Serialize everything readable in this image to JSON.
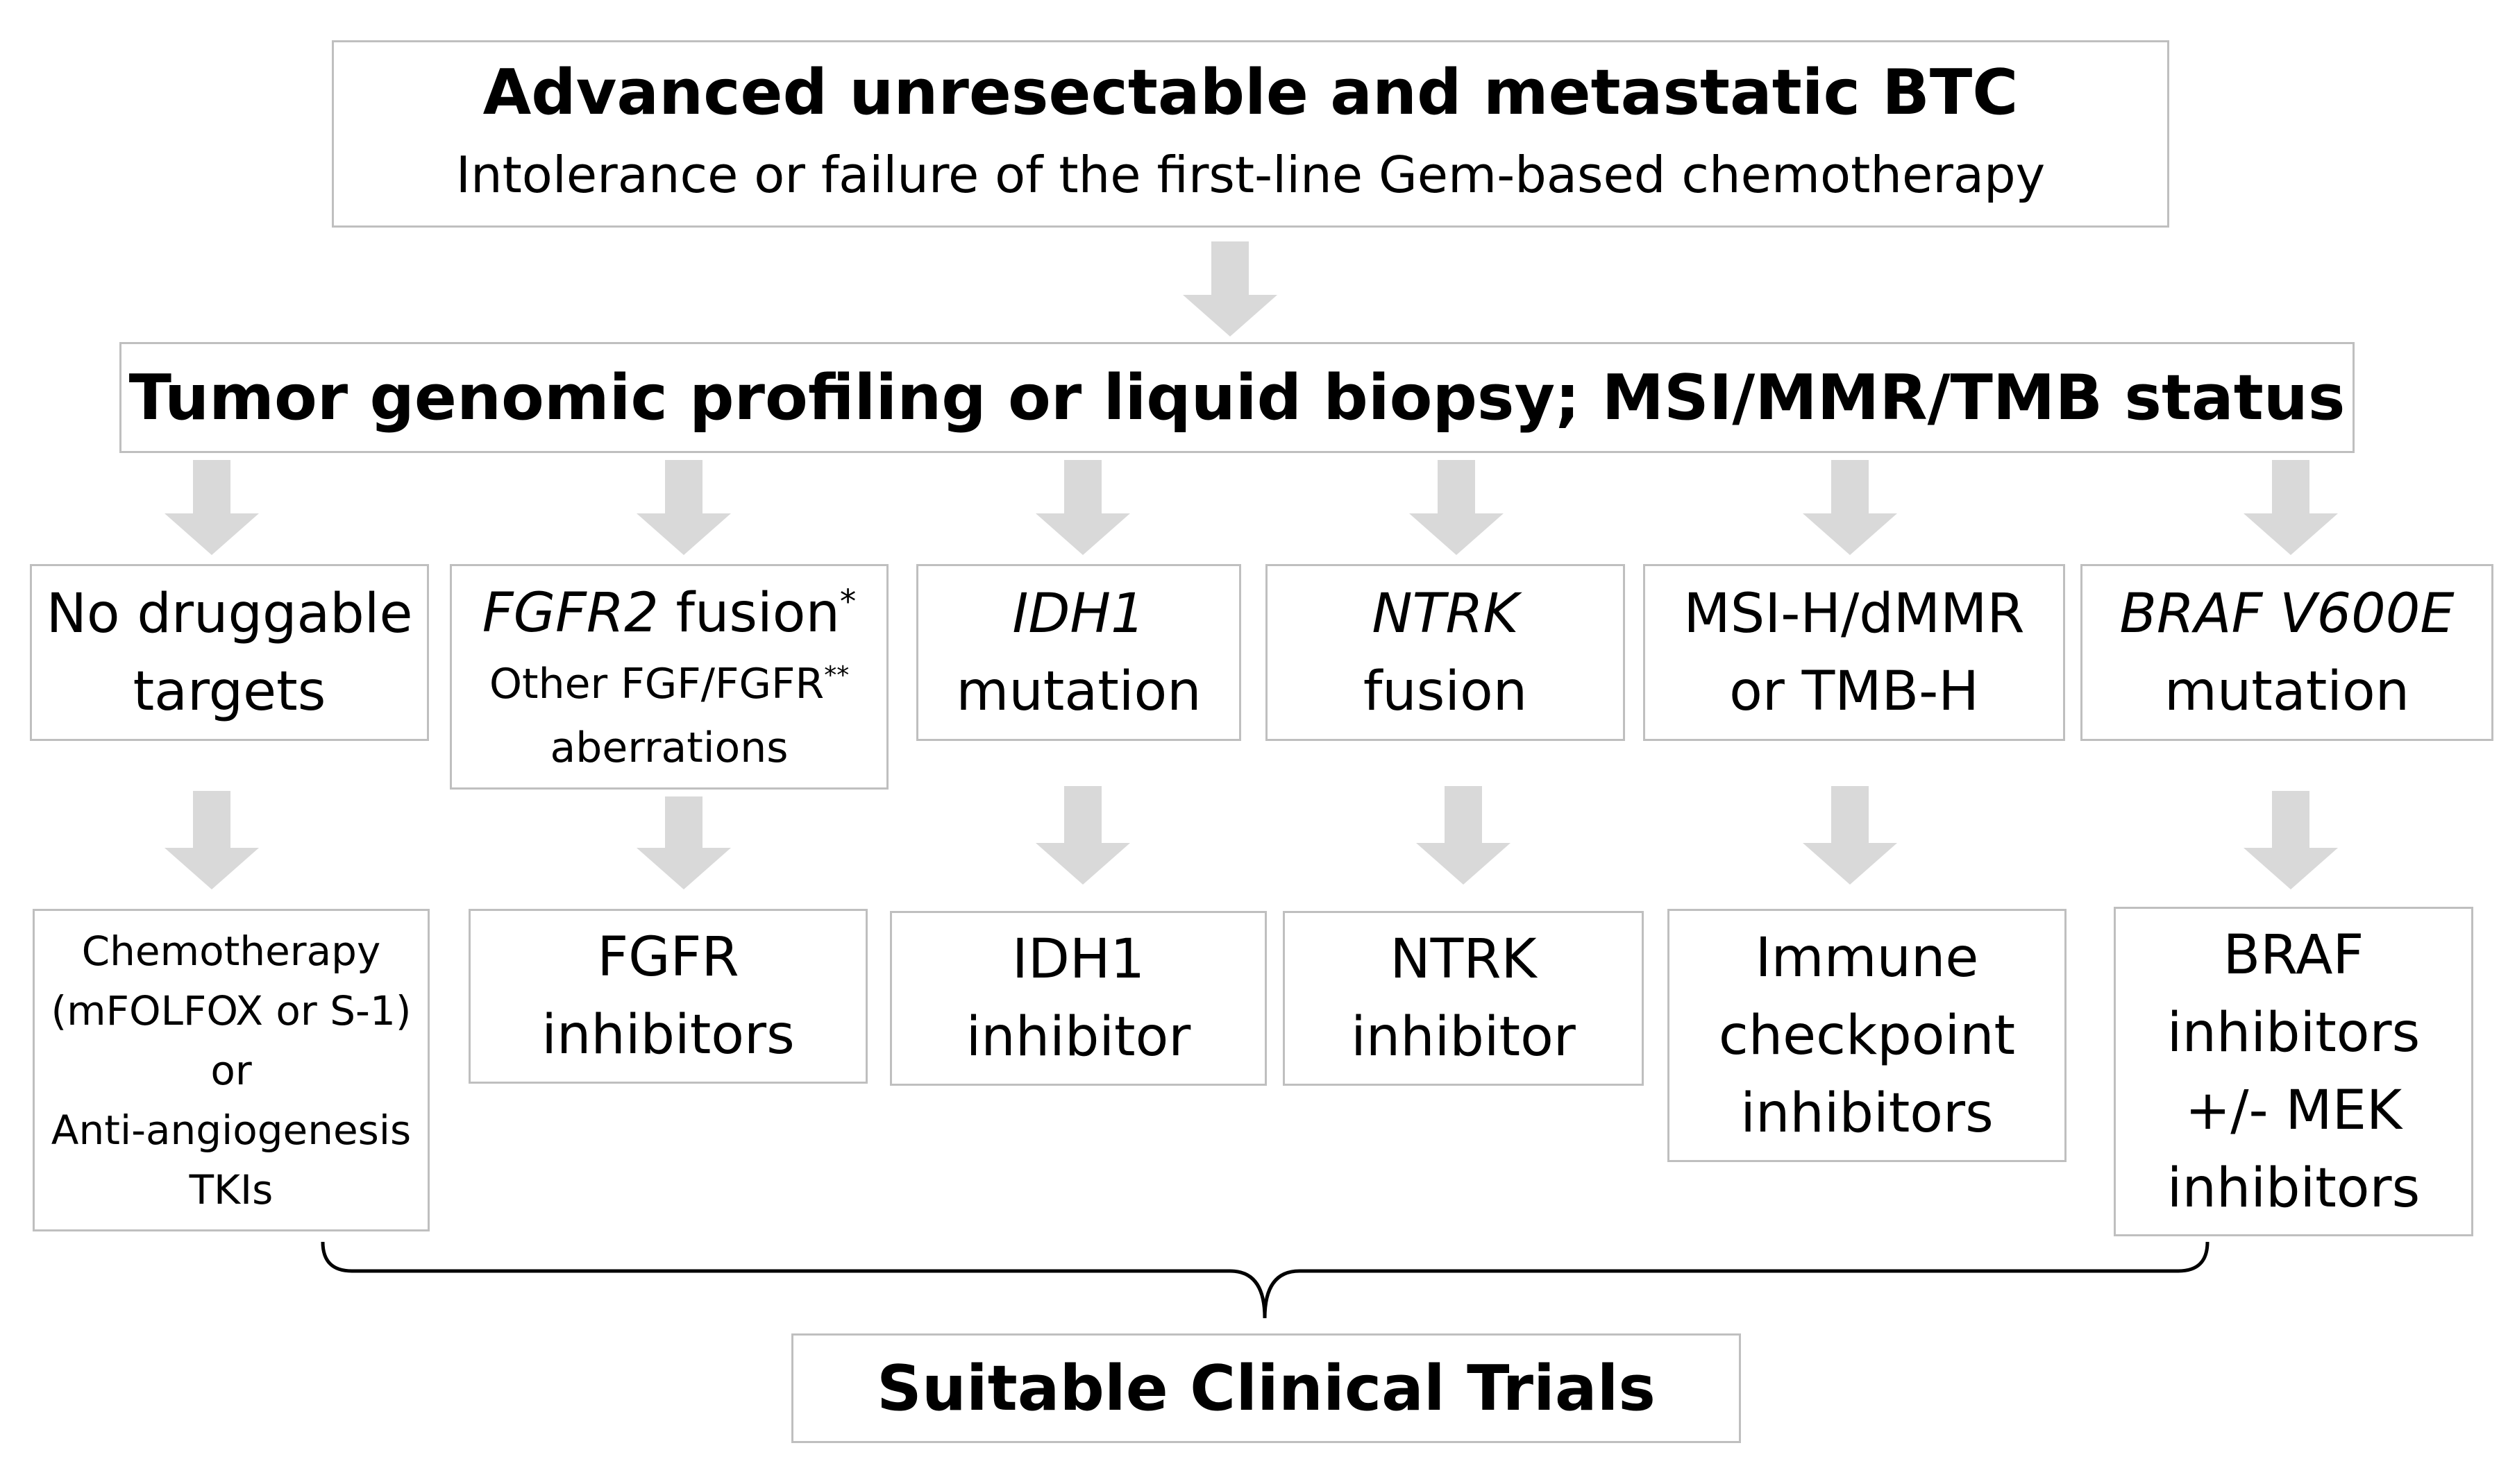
{
  "colors": {
    "arrow": "#d9d9d9",
    "box_border": "#bfbfbf",
    "bracket": "#000000",
    "text": "#000000"
  },
  "header": {
    "title": "Advanced unresectable and metastatic BTC",
    "subtitle": "Intolerance or failure of the first-line Gem-based chemotherapy"
  },
  "profiling": {
    "label": "Tumor genomic profiling or liquid biopsy; MSI/MMR/TMB status"
  },
  "categories": {
    "no_target": {
      "line1": "No druggable",
      "line2": "targets"
    },
    "fgfr2": {
      "gene": "FGFR2",
      "fusion": " fusion",
      "mark1": "*",
      "other": "Other FGF/FGFR",
      "mark2": "**",
      "aberrations": "aberrations"
    },
    "idh1": {
      "gene": "IDH1",
      "line2": "mutation"
    },
    "ntrk": {
      "gene": "NTRK",
      "line2": "fusion"
    },
    "msi": {
      "line1": "MSI-H/dMMR",
      "line2": "or TMB-H"
    },
    "braf": {
      "gene": "BRAF V600E",
      "line2": "mutation"
    }
  },
  "treatments": {
    "chemo": {
      "l1": "Chemotherapy",
      "l2": "(mFOLFOX or S-1)",
      "l3": "or",
      "l4": "Anti-angiogenesis",
      "l5": "TKIs"
    },
    "fgfr": {
      "l1": "FGFR",
      "l2": "inhibitors"
    },
    "idh1": {
      "l1": "IDH1",
      "l2": "inhibitor"
    },
    "ntrk": {
      "l1": "NTRK",
      "l2": "inhibitor"
    },
    "immune": {
      "l1": "Immune",
      "l2": "checkpoint",
      "l3": "inhibitors"
    },
    "braf": {
      "l1": "BRAF",
      "l2": "inhibitors",
      "l3": "+/- MEK",
      "l4": "inhibitors"
    }
  },
  "footer": {
    "label": "Suitable Clinical Trials"
  }
}
